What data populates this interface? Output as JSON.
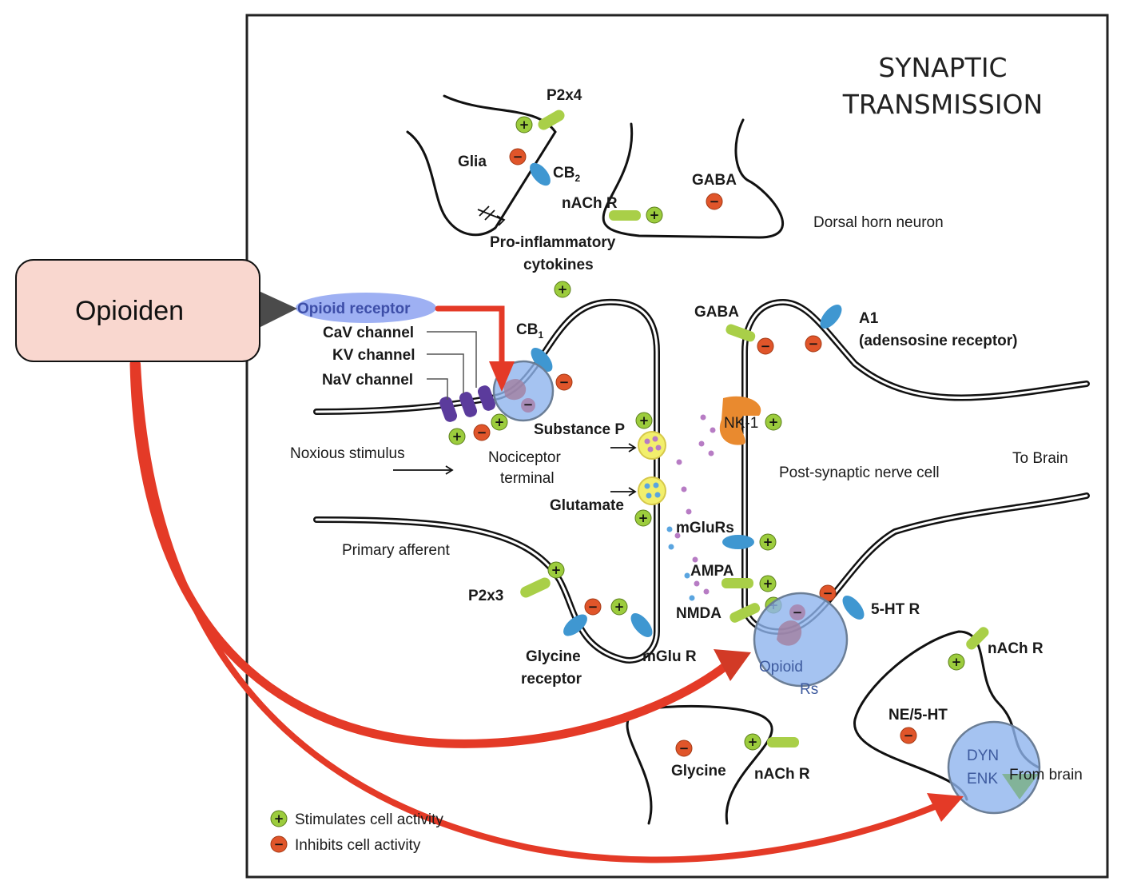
{
  "callout": {
    "label": "Opioiden"
  },
  "diagram": {
    "title_line1": "SYNAPTIC",
    "title_line2": "TRANSMISSION",
    "labels": {
      "p2x4": "P2x4",
      "glia": "Glia",
      "cb2": "CB",
      "cb2_sub": "2",
      "nach_top": "nACh R",
      "gaba_top": "GABA",
      "dorsal_horn": "Dorsal horn neuron",
      "proinflam_1": "Pro-inflammatory",
      "proinflam_2": "cytokines",
      "opioid_receptor": "Opioid receptor",
      "cav": "CaV channel",
      "kv": "KV channel",
      "nav": "NaV channel",
      "cb1": "CB",
      "cb1_sub": "1",
      "gaba_mid": "GABA",
      "a1_1": "A1",
      "a1_2": "(adensosine receptor)",
      "nk1": "NK-1",
      "substance_p": "Substance P",
      "noxious": "Noxious stimulus",
      "nociceptor_1": "Nociceptor",
      "nociceptor_2": "terminal",
      "postsyn": "Post-synaptic nerve cell",
      "to_brain": "To Brain",
      "glutamate": "Glutamate",
      "mglurs": "mGluRs",
      "primary_afferent": "Primary afferent",
      "ampa": "AMPA",
      "p2x3": "P2x3",
      "nmda": "NMDA",
      "ht5": "5-HT R",
      "opioid_rs_1": "Opioid",
      "opioid_rs_2": "Rs",
      "glycine_rec_1": "Glycine",
      "glycine_rec_2": "receptor",
      "mglu_r": "mGlu R",
      "nach_right": "nACh R",
      "ne_5ht": "NE/5-HT",
      "dyn": "DYN",
      "enk": "ENK",
      "from_brain": "From brain",
      "glycine_bottom": "Glycine",
      "nach_bottom": "nACh R"
    },
    "legend": {
      "stimulates": "Stimulates cell activity",
      "inhibits": "Inhibits cell activity"
    }
  },
  "colors": {
    "arrow_red": "#e43a27",
    "callout_fill": "#f9d7cf",
    "opioid_blue": "#8fb4ee",
    "stimulates_green": "#9ccc3d",
    "inhibits_orange": "#e0552a"
  }
}
